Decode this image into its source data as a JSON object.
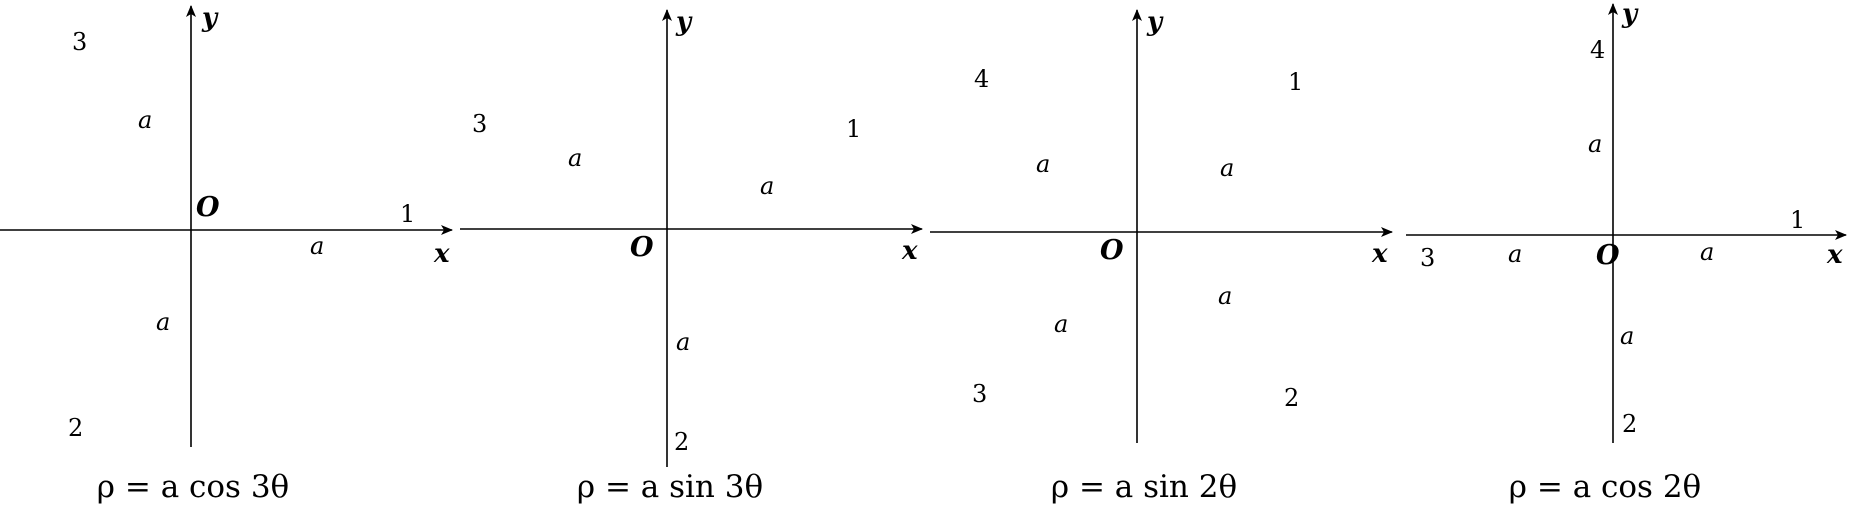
{
  "labels": {
    "x": "x",
    "y": "y",
    "origin": "O",
    "petal_length": "a"
  },
  "diagrams": [
    {
      "caption": "ρ = a cos 3θ",
      "petal_numbers": [
        "1",
        "2",
        "3"
      ],
      "n": 3,
      "petal_angles_deg": [
        0,
        240,
        120
      ]
    },
    {
      "caption": "ρ = a sin 3θ",
      "petal_numbers": [
        "1",
        "2",
        "3"
      ],
      "n": 3,
      "petal_angles_deg": [
        30,
        270,
        150
      ]
    },
    {
      "caption": "ρ = a sin 2θ",
      "petal_numbers": [
        "1",
        "2",
        "3",
        "4"
      ],
      "n": 2,
      "petal_angles_deg": [
        45,
        315,
        225,
        135
      ]
    },
    {
      "caption": "ρ = a cos 2θ",
      "petal_numbers": [
        "1",
        "2",
        "3",
        "4"
      ],
      "n": 2,
      "petal_angles_deg": [
        0,
        270,
        180,
        90
      ]
    }
  ]
}
